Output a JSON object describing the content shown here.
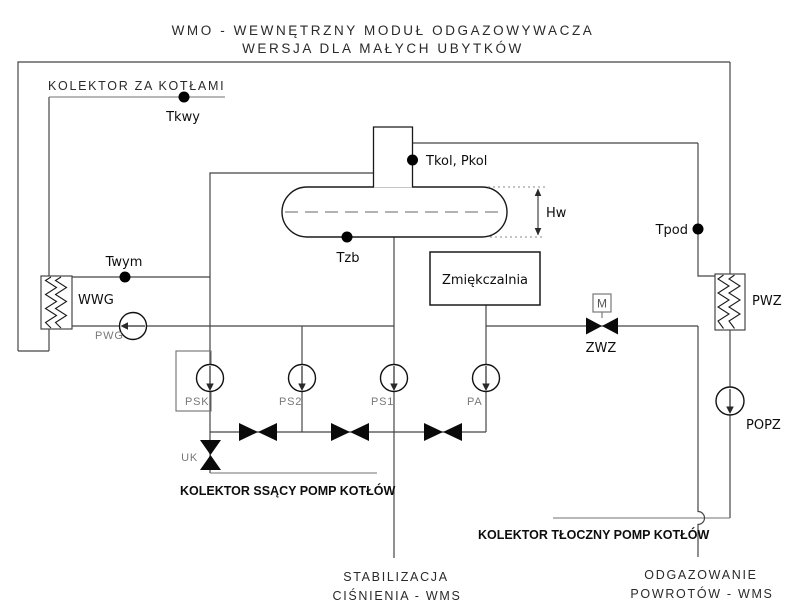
{
  "title": {
    "line1": "WMO - WEWNĘTRZNY MODUŁ ODGAZOWYWACZA",
    "line2": "WERSJA DLA MAŁYCH UBYTKÓW"
  },
  "labels": {
    "kolektor_za_kotlami": "KOLEKTOR ZA KOTŁAMI",
    "tkwy": "Tkwy",
    "tkol_pkol": "Tkol, Pkol",
    "hw": "Hw",
    "tzb": "Tzb",
    "twym": "Twym",
    "wwg": "WWG",
    "pwg": "PWG",
    "zmiekczalnia": "Zmiękczalnia",
    "m": "M",
    "zwz": "ZWZ",
    "tpod": "Tpod",
    "pwz": "PWZ",
    "popz": "POPZ",
    "psk": "PSK",
    "ps2": "PS2",
    "ps1": "PS1",
    "pa": "PA",
    "uk": "UK",
    "kolektor_ssacy": "KOLEKTOR SSĄCY POMP KOTŁÓW",
    "kolektor_tloczny": "KOLEKTOR TŁOCZNY POMP KOTŁÓW",
    "stabilizacja_1": "STABILIZACJA",
    "stabilizacja_2": "CIŚNIENIA - WMS",
    "odgazowanie_1": "ODGAZOWANIE",
    "odgazowanie_2": "POWROTÓW - WMS"
  },
  "colors": {
    "background": "#ffffff",
    "pipe": "#454545",
    "secondary_line": "#707070",
    "symbol": "#000000"
  }
}
